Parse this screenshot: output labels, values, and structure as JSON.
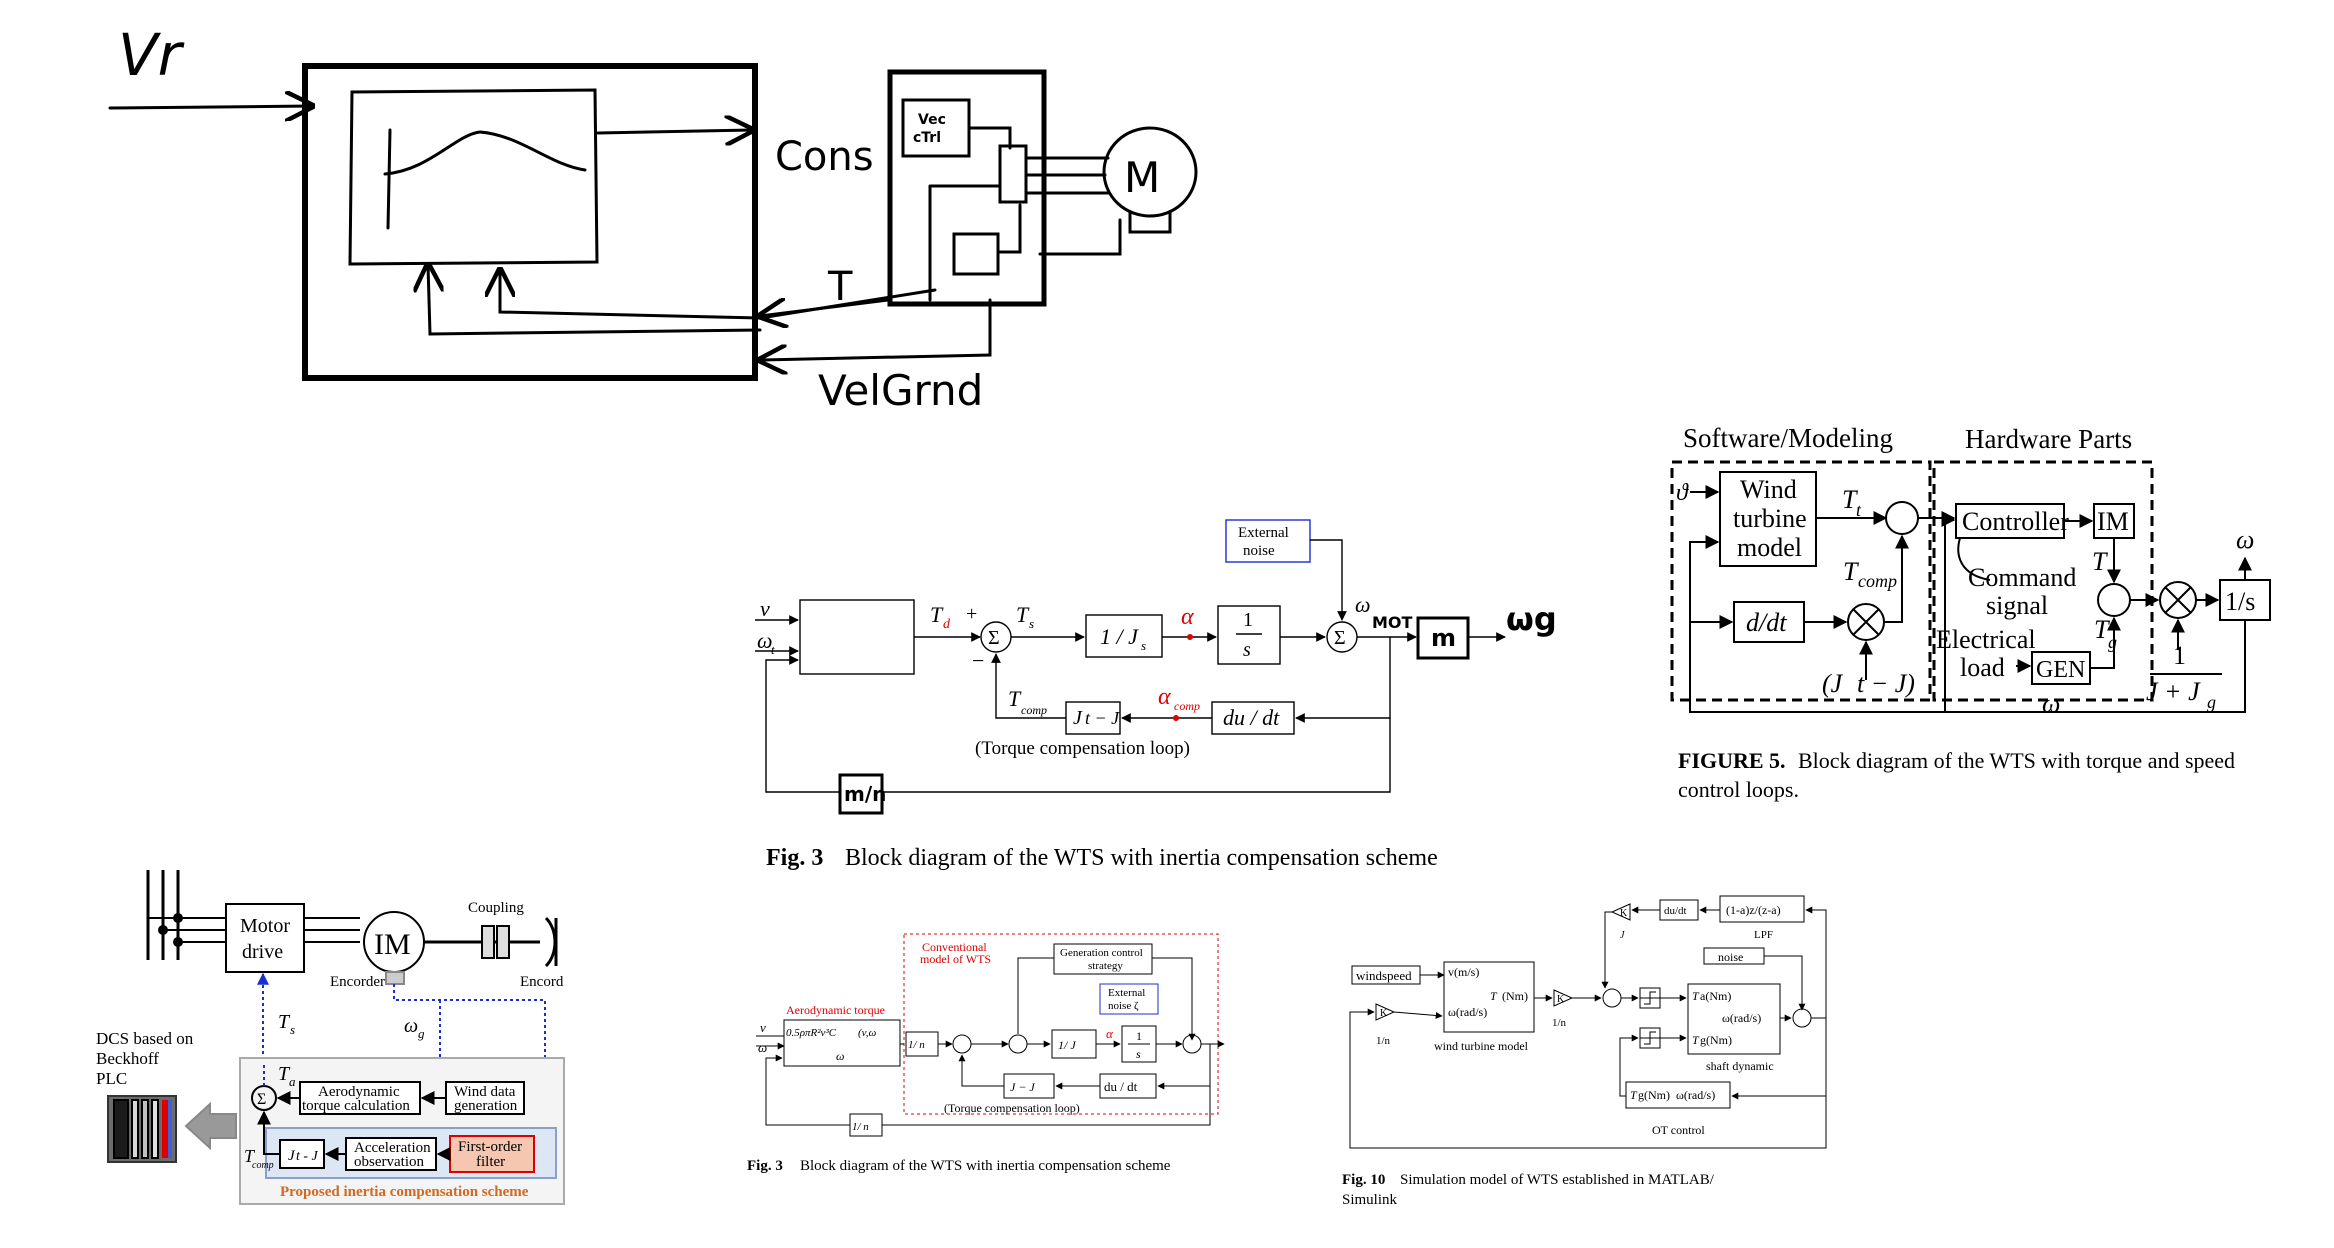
{
  "sketch": {
    "vr": "Vr",
    "cons": "Cons",
    "t": "T",
    "velgrnd": "VelGrnd",
    "vecctrl_line1": "Vec",
    "vecctrl_line2": "cTrl",
    "motor": "M"
  },
  "fig3_top": {
    "input_v": "v",
    "input_omega": "ω",
    "input_omega_sub": "t",
    "td": "T",
    "td_sub": "d",
    "ts": "T",
    "ts_sub": "s",
    "plus": "+",
    "minus": "−",
    "sum": "Σ",
    "inv_js": "1 / J",
    "inv_js_sub": "s",
    "alpha": "α",
    "integ_num": "1",
    "integ_den": "s",
    "ext_noise_1": "External",
    "ext_noise_2": "noise",
    "omega_mot": "ω",
    "omega_mot_sub": "MOT",
    "m_block": "m",
    "omega_g": "ωg",
    "tcomp": "T",
    "tcomp_sub": "comp",
    "jt_js": "J",
    "alpha_comp": "α",
    "alpha_comp_sub": "comp",
    "dudt": "du / dt",
    "loop_label": "(Torque compensation loop)",
    "mn_block": "m/n",
    "caption_bold": "Fig. 3",
    "caption_text": "Block diagram of the WTS with inertia compensation scheme"
  },
  "fig5": {
    "software": "Software/Modeling",
    "hardware": "Hardware Parts",
    "theta": "ϑ",
    "wind_model_1": "Wind",
    "wind_model_2": "turbine",
    "wind_model_3": "model",
    "tt": "T",
    "tt_sub": "t",
    "tcomp": "T",
    "tcomp_sub": "comp",
    "ddt": "d/dt",
    "jt_j": "(J",
    "controller": "Controller",
    "im": "IM",
    "command_1": "Command",
    "command_2": "signal",
    "t": "T",
    "tg": "T",
    "tg_sub": "g",
    "electrical_1": "Electrical",
    "electrical_2": "load",
    "gen": "GEN",
    "omega_out": "ω",
    "omega_bottom": "ω",
    "inv_s": "1/s",
    "gain_num": "1",
    "gain_den": "J + J",
    "gain_den_sub": "g",
    "caption_bold": "FIGURE 5.",
    "caption_text_1": "Block diagram of the WTS with torque and speed",
    "caption_text_2": "control loops."
  },
  "hw": {
    "motor_drive_1": "Motor",
    "motor_drive_2": "drive",
    "im": "IM",
    "coupling": "Coupling",
    "encoder": "Encorder",
    "encoder_right": "Encord",
    "ts": "T",
    "ts_sub": "s",
    "omega_g": "ω",
    "omega_g_sub": "g",
    "dcs_1": "DCS based on",
    "dcs_2": "Beckhoff",
    "dcs_3": "PLC",
    "ta": "T",
    "ta_sub": "a",
    "aero_1": "Aerodynamic",
    "aero_2": "torque calculation",
    "wind_1": "Wind data",
    "wind_2": "generation",
    "tcomp": "T",
    "tcomp_sub": "comp",
    "jt_js": "J",
    "accel_1": "Acceleration",
    "accel_2": "observation",
    "filter_1": "First-order",
    "filter_2": "filter",
    "scheme": "Proposed inertia compensation scheme"
  },
  "fig3_small": {
    "conventional_1": "Conventional",
    "conventional_2": "model of WTS",
    "aero_torque": "Aerodynamic torque",
    "formula": "0.5ρπR²v³C",
    "formula_tail": "(v,ω",
    "gen_ctrl_1": "Generation control",
    "gen_ctrl_2": "strategy",
    "ext_noise_1": "External",
    "ext_noise_2": "noise ζ",
    "inv_ng": "1/ n",
    "inv_js": "1/ J",
    "dudt": "du / dt",
    "loop_label": "(Torque compensation loop)",
    "ng_block": "1/ n",
    "caption_bold": "Fig. 3",
    "caption_text": "Block diagram of the WTS with inertia compensation scheme"
  },
  "fig10": {
    "windspeed": "windspeed",
    "vms": "v(m/s)",
    "omega_rads": "ω(rad/s)",
    "ta_nm": "T",
    "ta_nm_tail": "(Nm)",
    "wind_model": "wind turbine model",
    "k": "K",
    "inv_ng": "1/n",
    "dudt": "du/dt",
    "lpf_expr": "(1-a)z/(z-a)",
    "lpf": "LPF",
    "jt_j": "J",
    "noise": "noise",
    "shaft_ta": "T",
    "shaft_omega": "ω(rad/s)",
    "shaft_tg": "T",
    "shaft": "shaft dynamic",
    "ot_tg": "T",
    "ot_omega": "ω(rad/s)",
    "ot": "OT control",
    "caption_bold": "Fig. 10",
    "caption_text_1": "Simulation model of WTS established in MATLAB/",
    "caption_text_2": "Simulink"
  }
}
